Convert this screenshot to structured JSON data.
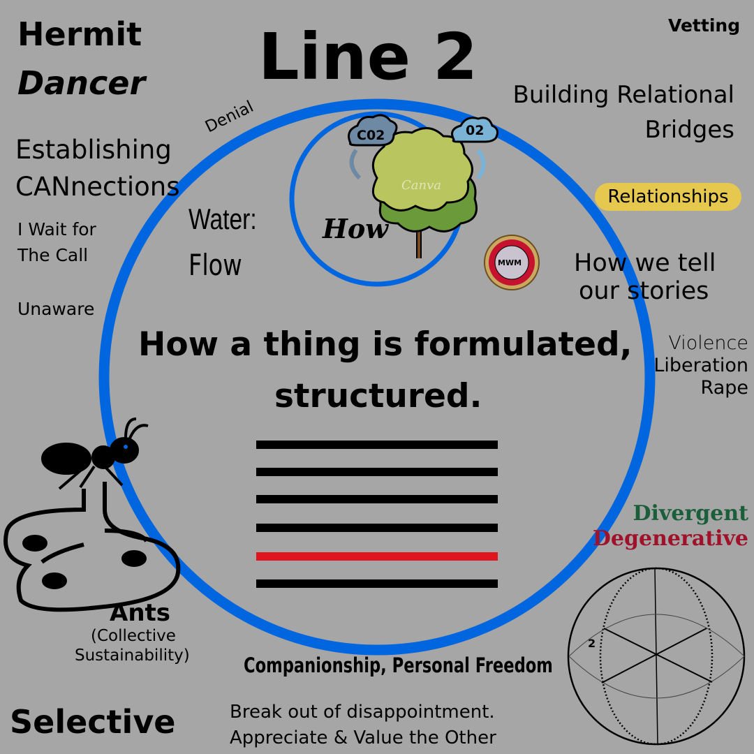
{
  "title": "Line 2",
  "top_left": {
    "line1": "Hermit",
    "line2": "Dancer"
  },
  "vetting": "Vetting",
  "building": {
    "line1": "Building Relational",
    "line2": "Bridges"
  },
  "relationships_badge": "Relationships",
  "establishing": {
    "line1": "Establishing",
    "line2": "CANnections"
  },
  "wait": {
    "line1": "I Wait for",
    "line2": "The Call"
  },
  "unaware": "Unaware",
  "denial": "Denial",
  "water": {
    "line1": "Water:",
    "line2": "Flow"
  },
  "how_label": "How",
  "tree": {
    "co2": "C02",
    "o2": "02",
    "watermark": "Canva"
  },
  "mwm_badge": "MWM",
  "stories": {
    "line1": "How we tell",
    "line2": "our stories"
  },
  "violence": [
    "Violence",
    "Liberation",
    "Rape"
  ],
  "main_text": {
    "line1": "How a thing is formulated,",
    "line2": "structured."
  },
  "hexagram": {
    "lines": 6,
    "highlighted_line": 2,
    "highlight_color": "#e0141e"
  },
  "divergent": "Divergent",
  "degenerative": "Degenerative",
  "sphere_label": "2",
  "ants": {
    "title": "Ants",
    "line1": "(Collective",
    "line2": "Sustainability)"
  },
  "companionship": "Companionship, Personal Freedom",
  "selective": "Selective",
  "bottom": {
    "line1": "Break out of disappointment.",
    "line2": "Appreciate & Value the Other"
  },
  "colors": {
    "background": "#a6a6a6",
    "circle": "#0066e0",
    "divergent": "#1b5e3a",
    "degenerative": "#a0122a",
    "badge": "#e6c84e"
  }
}
